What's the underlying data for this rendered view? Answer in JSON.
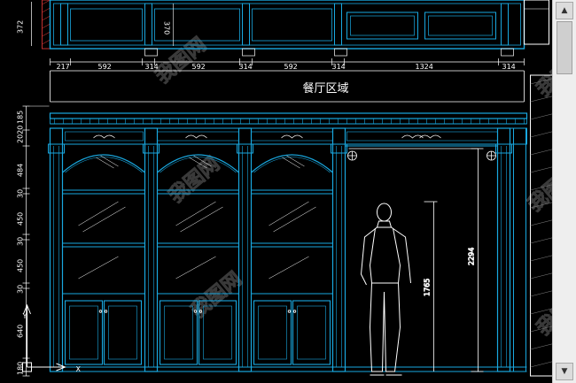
{
  "drawing": {
    "room_label": "餐厅区域",
    "top_dims": [
      "217",
      "592",
      "314",
      "592",
      "314",
      "592",
      "314",
      "1324",
      "314"
    ],
    "left_top_dim": "372",
    "mid_dim": "370",
    "left_dims": [
      "2020",
      "185",
      "484",
      "30",
      "450",
      "30",
      "450",
      "30",
      "640",
      "180"
    ],
    "door_height_dim": "2294",
    "person_height_dim": "1765",
    "watermark": "我图网"
  },
  "ucs": {
    "x_label": "X",
    "y_label": "Y"
  },
  "colors": {
    "background": "#000000",
    "cabinet": "#19a8e0",
    "lines": "#ffffff"
  }
}
